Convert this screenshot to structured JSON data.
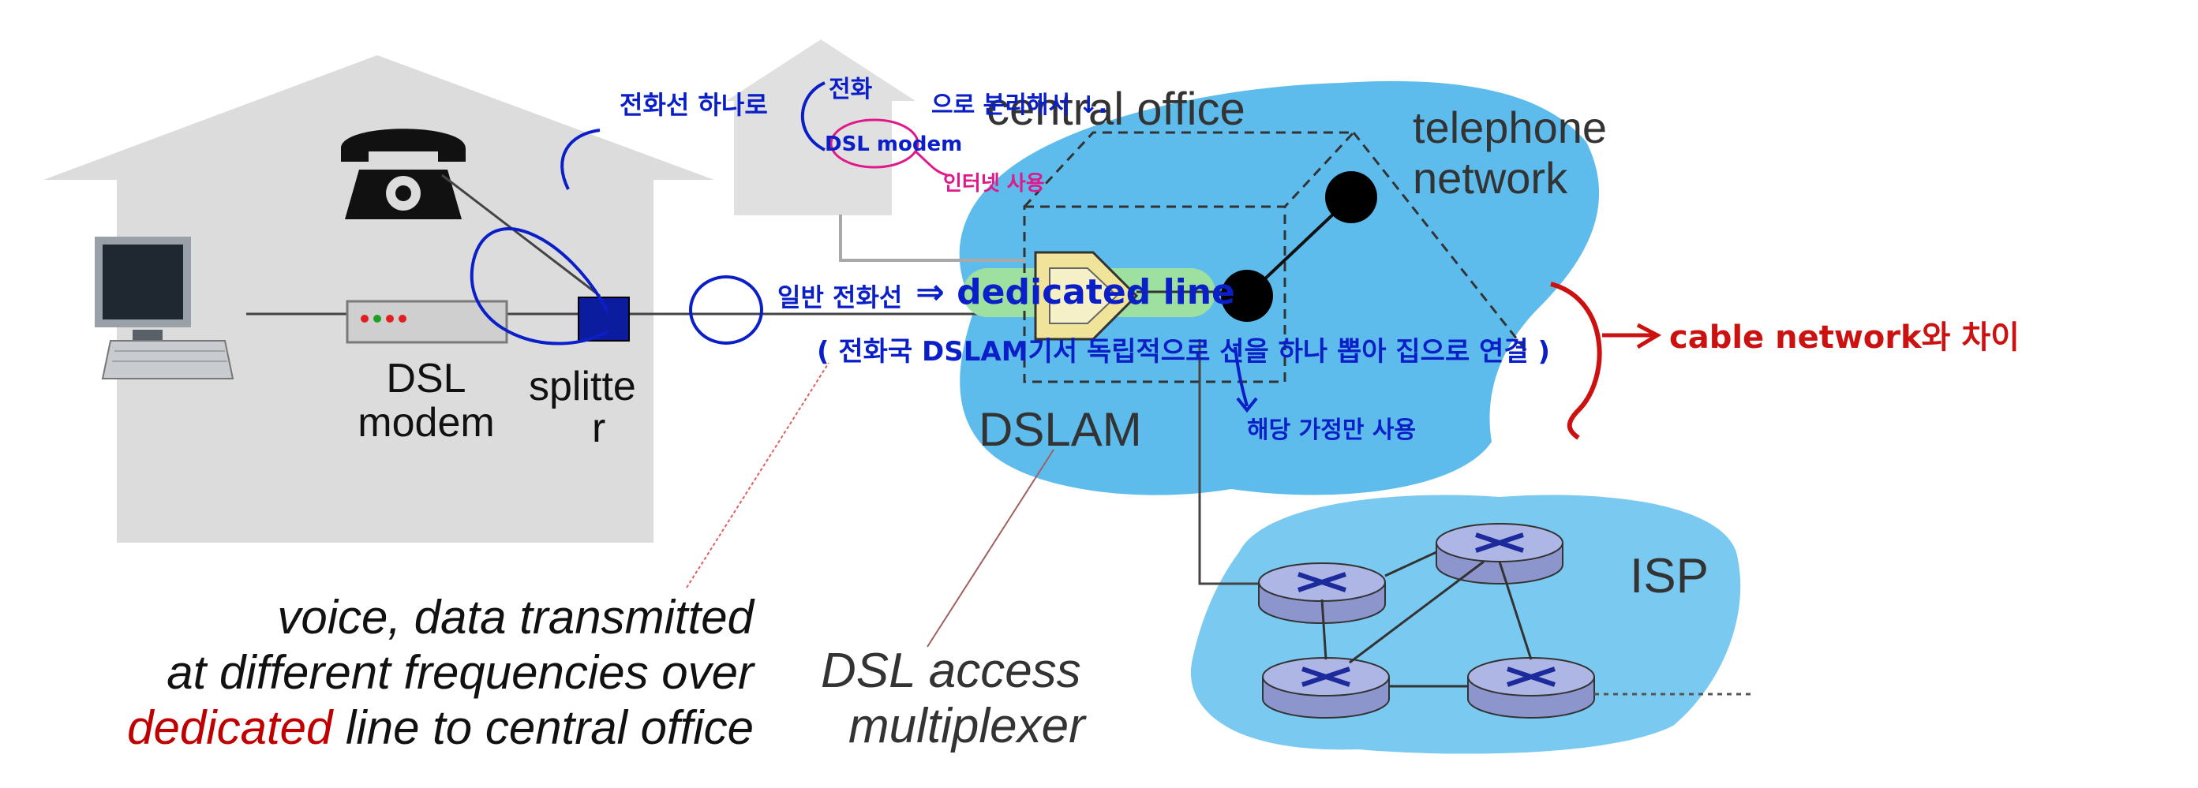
{
  "labels": {
    "central_office": "central office",
    "telephone_network": "telephone network",
    "dsl_modem_line1": "DSL",
    "dsl_modem_line2": "modem",
    "splitter_line1": "splitte",
    "splitter_line2": "r",
    "dslam": "DSLAM",
    "isp": "ISP",
    "caption_line1": "voice, data transmitted",
    "caption_line2": "at different frequencies over",
    "caption_dedicated": "dedicated",
    "caption_line3_rest": " line to central office",
    "dsl_access_line1": "DSL access",
    "dsl_access_line2": "multiplexer"
  },
  "annotations": {
    "phone_line_note": "전화선 하나로",
    "phone": "전화",
    "split_note": "으로 분리해서 ↓.",
    "dsl_modem": "DSL modem",
    "internet_use": "인터넷 사용",
    "ordinary_line": "일반 전화선",
    "dedicated_line": "⇒ dedicated line",
    "exchange_note": "( 전화국 DSLAM기서 독립적으로 선을 하나 뽑아 집으로 연결 )",
    "household_only": "해당 가정만 사용",
    "cable_difference": "cable network와 차이"
  },
  "colors": {
    "house": "#dcdcdc",
    "network_cloud": "#5dbcec",
    "isp_cloud": "#79c9f0",
    "blue_ink": "#0a1fc8",
    "pink_ink": "#e0198a",
    "red_ink": "#cc1111",
    "caption_red": "#c00000",
    "splitter": "#0b1d9e",
    "dedicated_line_highlight": "#9ee0a0"
  },
  "icons": [
    "house-icon",
    "computer-icon",
    "telephone-icon",
    "dsl-modem-icon",
    "splitter-icon",
    "dslam-icon",
    "router-icon"
  ]
}
